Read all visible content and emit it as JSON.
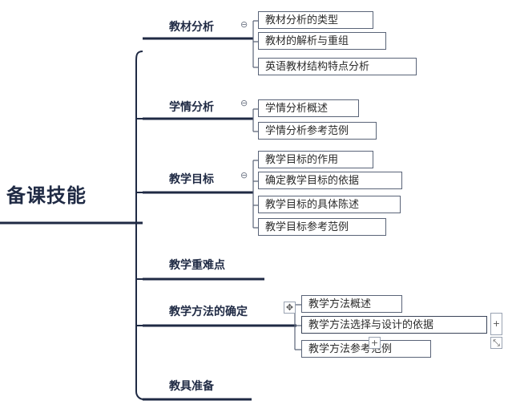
{
  "root": "备课技能",
  "branches": [
    {
      "label": "教材分析",
      "children": [
        "教材分析的类型",
        "教材的解析与重组",
        "英语教材结构特点分析"
      ]
    },
    {
      "label": "学情分析",
      "children": [
        "学情分析概述",
        "学情分析参考范例"
      ]
    },
    {
      "label": "教学目标",
      "children": [
        "教学目标的作用",
        "确定教学目标的依据",
        "教学目标的具体陈述",
        "教学目标参考范例"
      ]
    },
    {
      "label": "教学重难点",
      "children": []
    },
    {
      "label": "教学方法的确定",
      "children": [
        "教学方法概述",
        "教学方法选择与设计的依据",
        "教学方法参考范例"
      ]
    },
    {
      "label": "教具准备",
      "children": []
    }
  ],
  "colors": {
    "line": "#1f2a44",
    "leaf_border": "#5a6478"
  },
  "icons": [
    "collapse-icon",
    "move-handle-icon",
    "add-icon",
    "resize-icon"
  ]
}
